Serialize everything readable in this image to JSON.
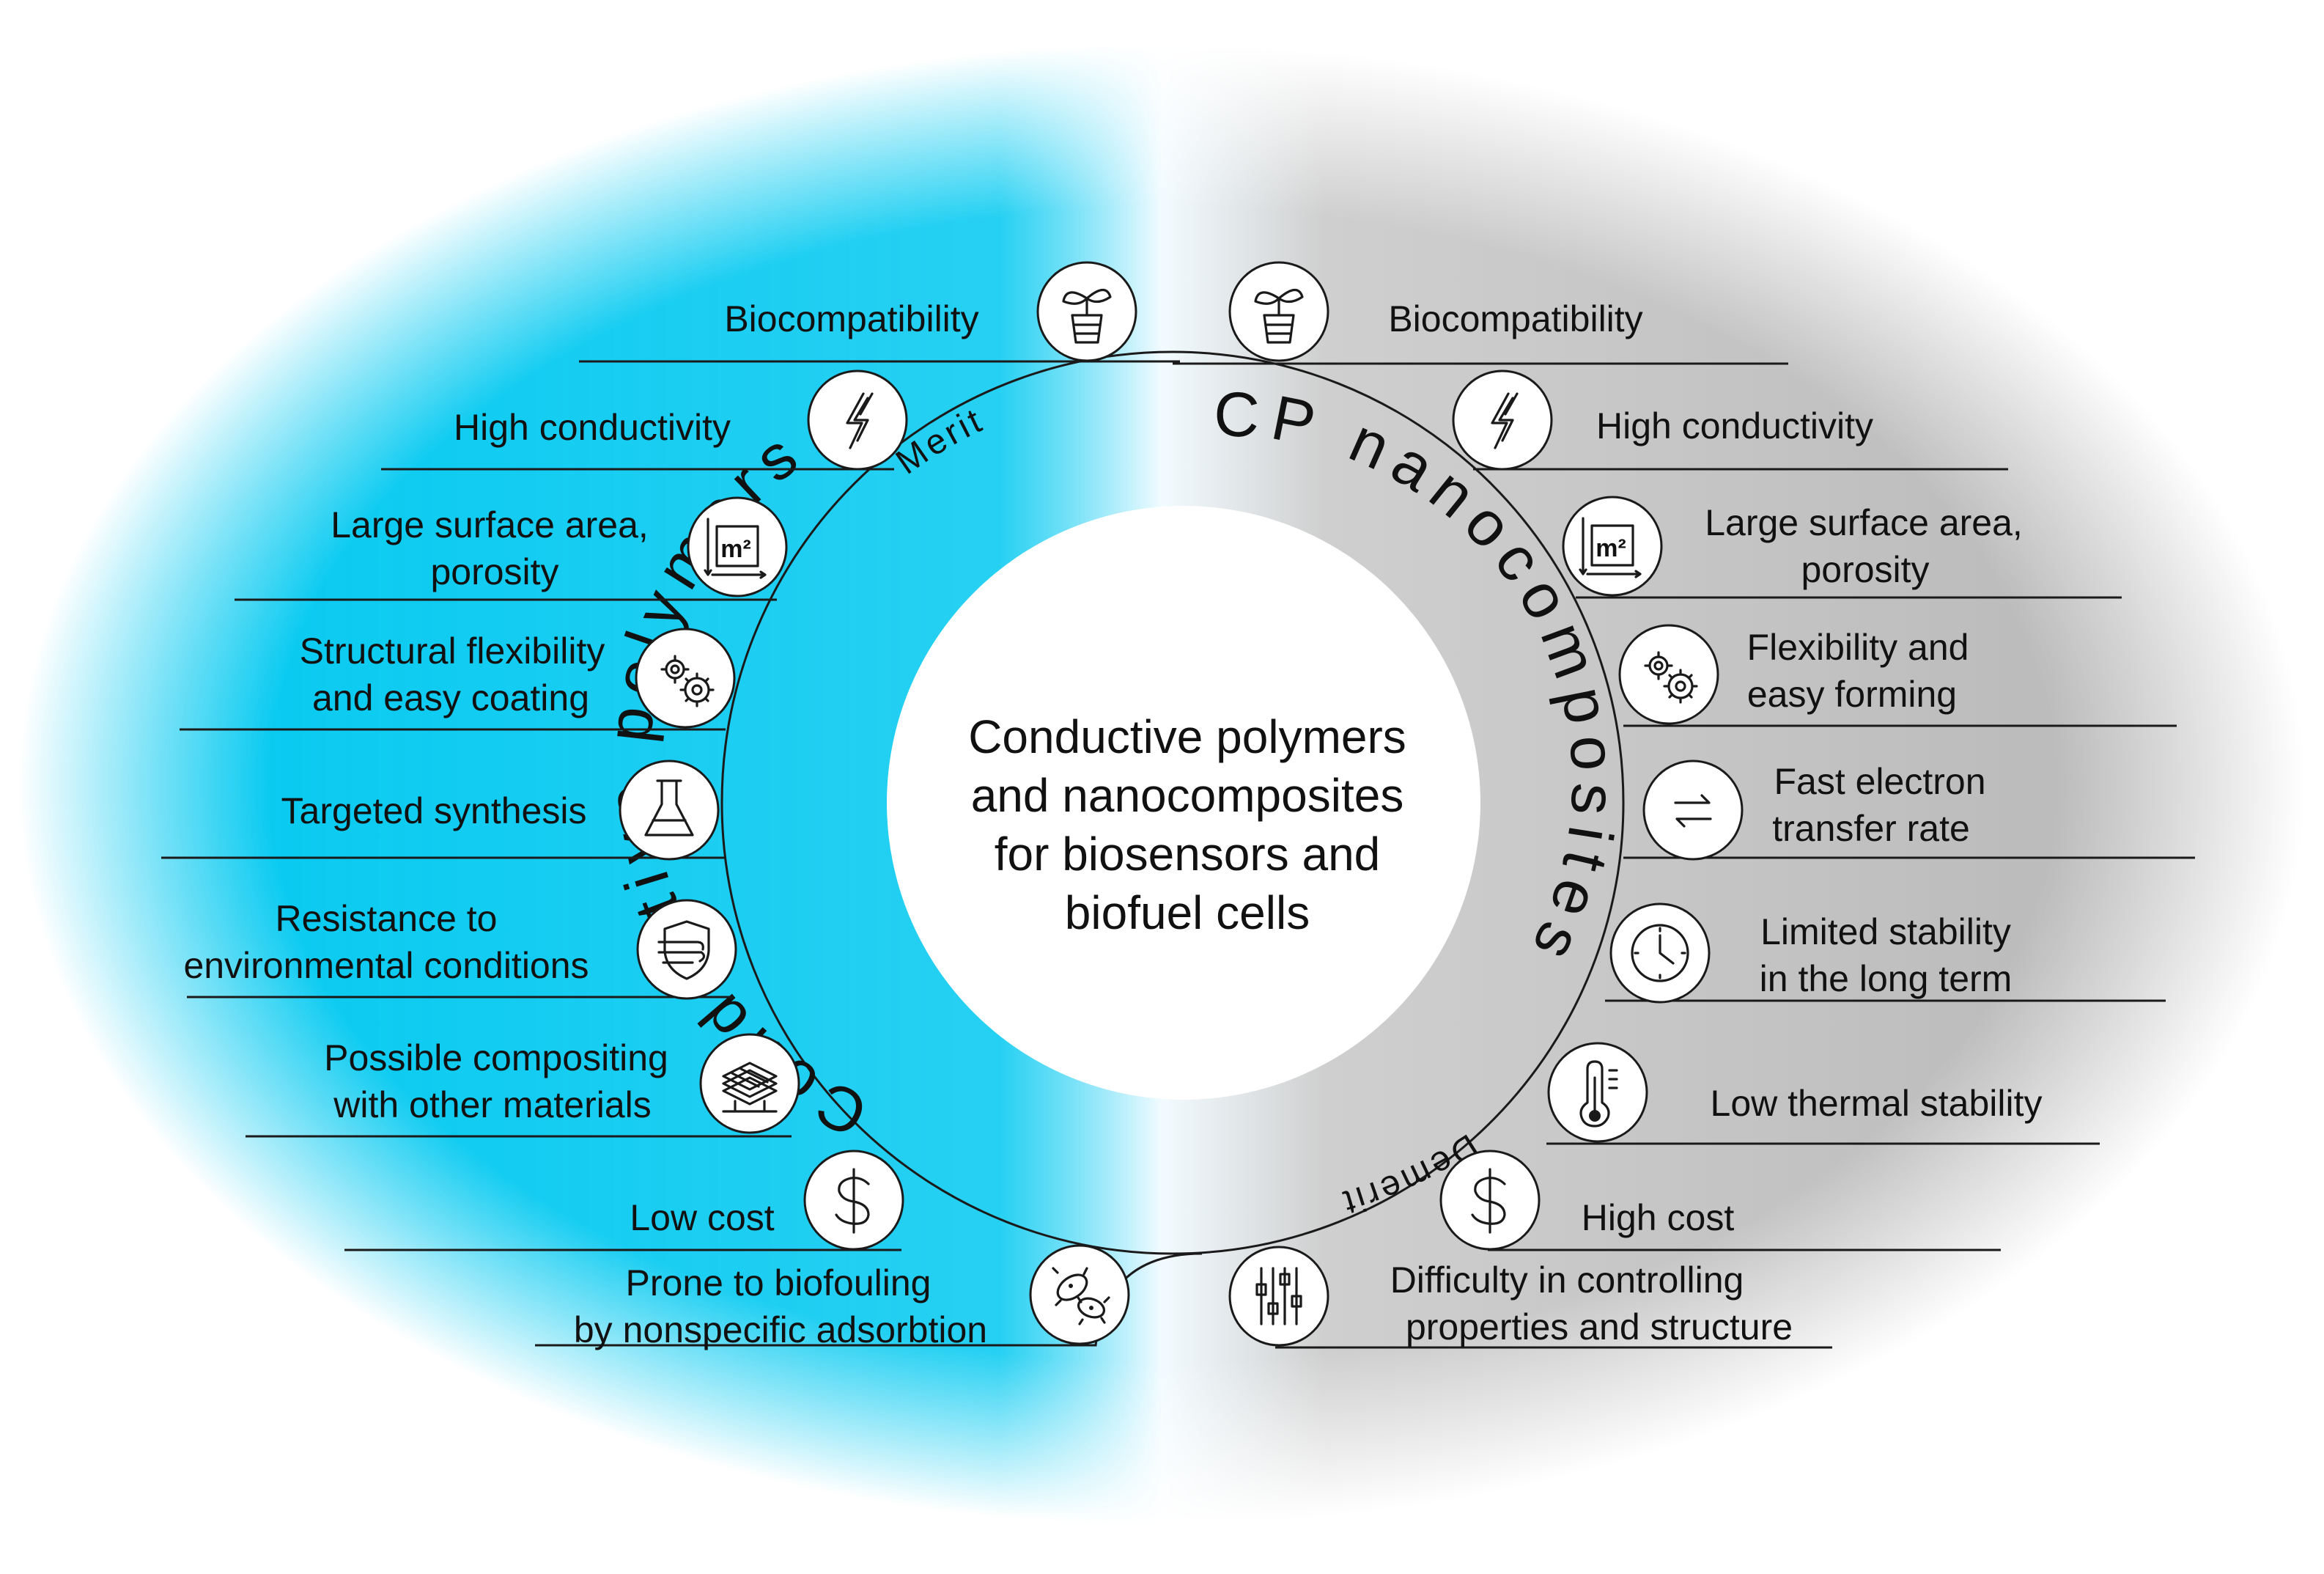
{
  "center": {
    "lines": [
      "Conductive polymers",
      "and nanocomposites",
      "for biosensors and",
      "biofuel cells"
    ]
  },
  "arcs": {
    "left_title": "Conductive polymers",
    "right_title": "CP nanocomposites",
    "merit": "Merit",
    "demerit": "Demerit"
  },
  "left_items": [
    {
      "lines": [
        "Biocompatibility"
      ],
      "icon": "plant-icon"
    },
    {
      "lines": [
        "High conductivity"
      ],
      "icon": "lightning-icon"
    },
    {
      "lines": [
        "Large surface area,",
        "porosity"
      ],
      "icon": "area-m2-icon"
    },
    {
      "lines": [
        "Structural flexibility",
        "and easy coating"
      ],
      "icon": "gears-icon"
    },
    {
      "lines": [
        "Targeted synthesis"
      ],
      "icon": "flask-icon"
    },
    {
      "lines": [
        "Resistance  to",
        "environmental conditions"
      ],
      "icon": "shield-wind-icon"
    },
    {
      "lines": [
        "Possible compositing",
        "with other materials"
      ],
      "icon": "layers-icon"
    },
    {
      "lines": [
        "Low cost"
      ],
      "icon": "dollar-icon"
    },
    {
      "lines": [
        "Prone to biofouling",
        "by nonspecific adsorbtion"
      ],
      "icon": "bacteria-icon"
    }
  ],
  "right_items": [
    {
      "lines": [
        "Biocompatibility"
      ],
      "icon": "plant-icon"
    },
    {
      "lines": [
        "High conductivity"
      ],
      "icon": "lightning-icon"
    },
    {
      "lines": [
        "Large surface area,",
        "porosity"
      ],
      "icon": "area-m2-icon"
    },
    {
      "lines": [
        "Flexibility and",
        "easy forming"
      ],
      "icon": "gears-icon"
    },
    {
      "lines": [
        "Fast electron",
        "transfer rate"
      ],
      "icon": "transfer-arrows-icon"
    },
    {
      "lines": [
        "Limited stability",
        "in the long term"
      ],
      "icon": "clock-icon"
    },
    {
      "lines": [
        "Low thermal stability"
      ],
      "icon": "thermometer-icon"
    },
    {
      "lines": [
        "High cost"
      ],
      "icon": "dollar-icon"
    },
    {
      "lines": [
        "Difficulty in controlling",
        "properties and structure"
      ],
      "icon": "sliders-icon"
    }
  ],
  "colors": {
    "merit_side": "#00c8f0",
    "demerit_side": "#b4b4b4",
    "line": "#1a1a1a",
    "center_fill": "#ffffff"
  }
}
